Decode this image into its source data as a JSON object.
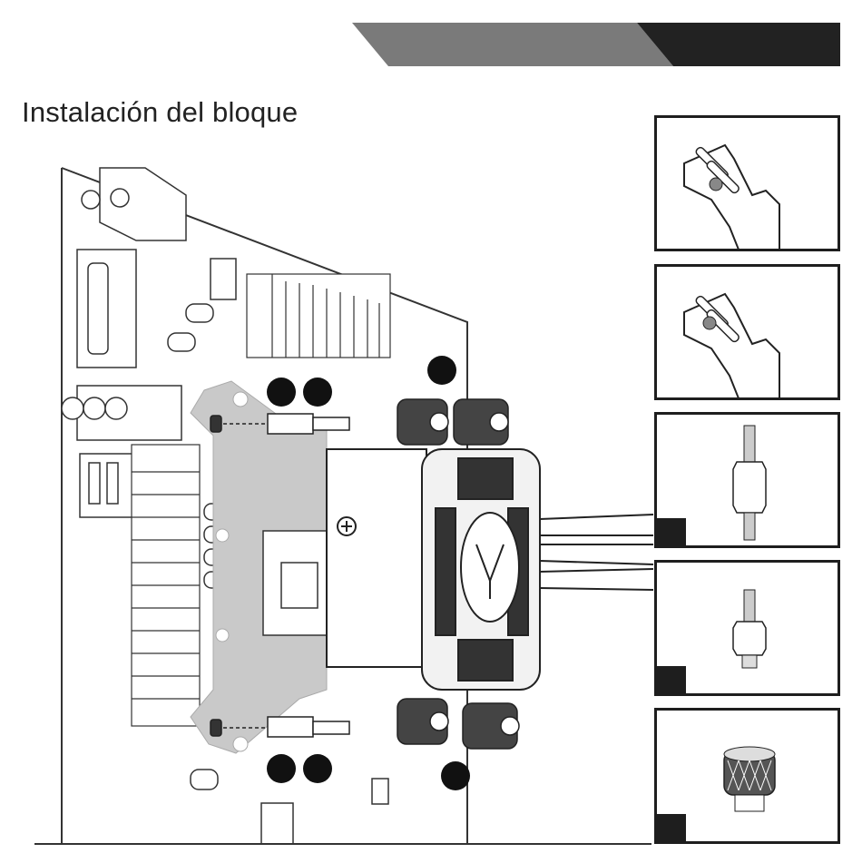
{
  "page": {
    "title": "Instalación del bloque"
  },
  "colors": {
    "header_gray": "#7a7a7a",
    "header_dark": "#222222",
    "bracket_gray": "#c9c9c9",
    "callout_black": "#111111",
    "panel_border": "#1e1e1e"
  },
  "panels": [
    {
      "name": "bracket-slot-position-a",
      "depicts": "bracket-arm-icon"
    },
    {
      "name": "bracket-slot-position-b",
      "depicts": "bracket-arm-icon"
    },
    {
      "name": "long-standoff",
      "depicts": "standoff-screw-icon"
    },
    {
      "name": "short-standoff",
      "depicts": "standoff-screw-icon"
    },
    {
      "name": "thumb-nut",
      "depicts": "knurled-nut-icon"
    }
  ]
}
